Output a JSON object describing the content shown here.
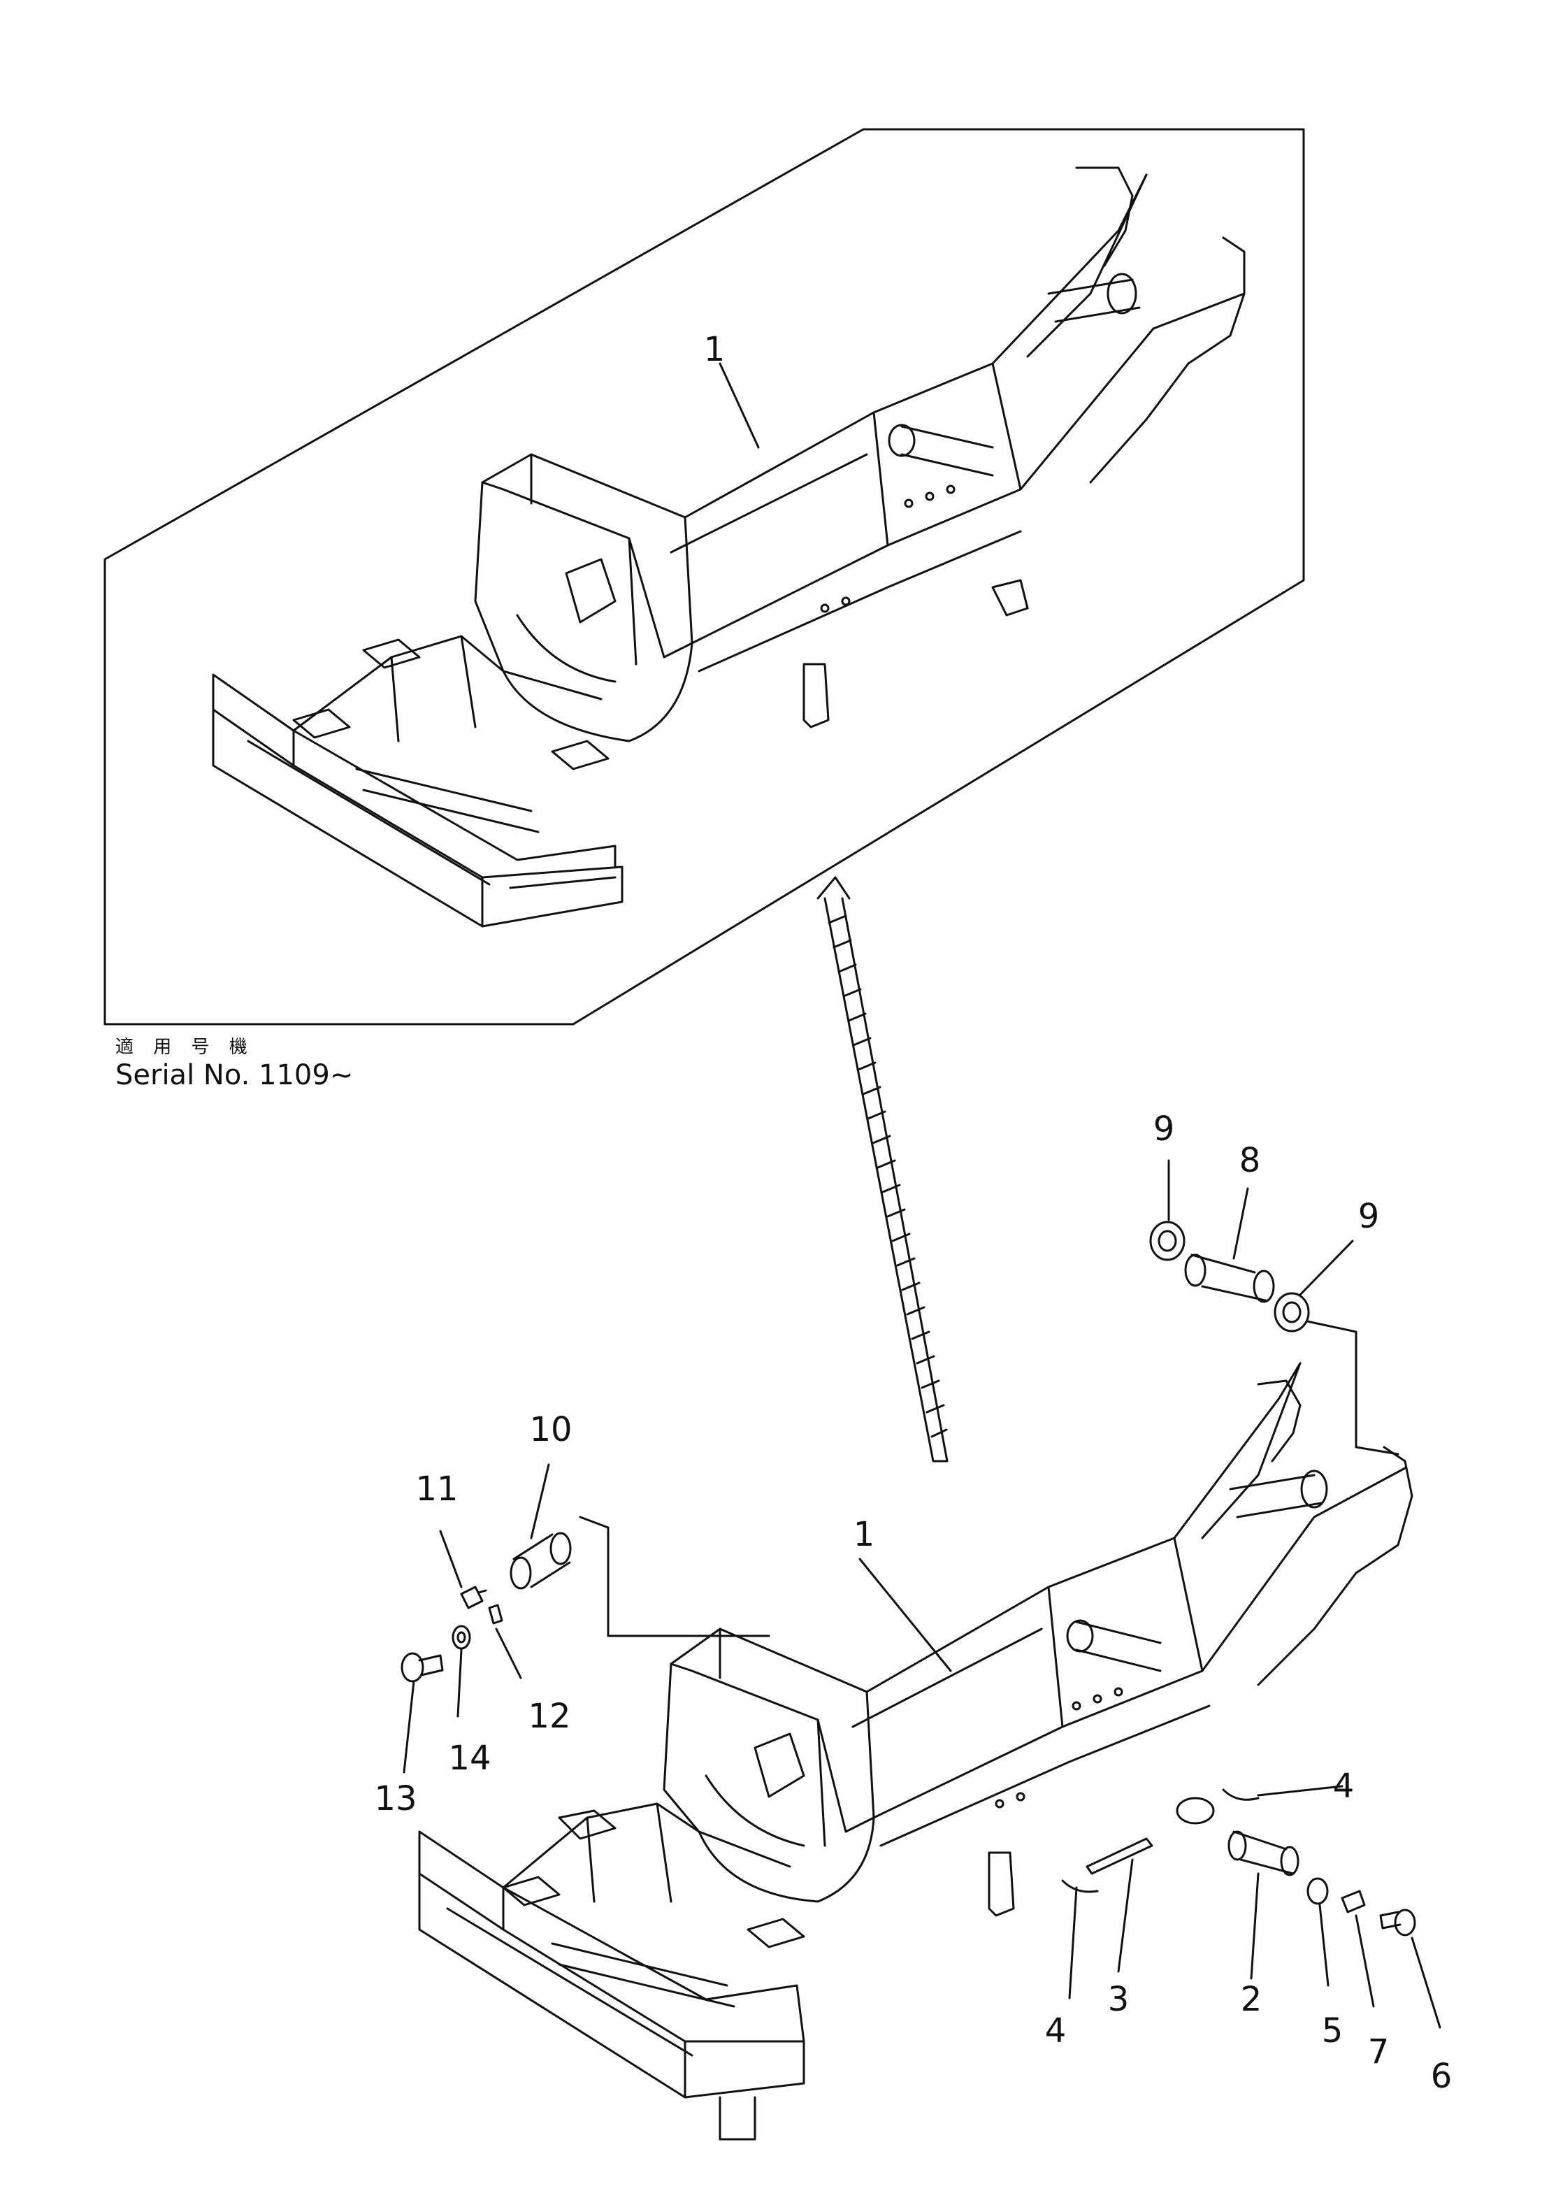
{
  "serial": {
    "jp": "適 用 号 機",
    "en": "Serial No. 1109~"
  },
  "callouts": {
    "upper_1": "1",
    "lower_1": "1",
    "p2": "2",
    "p3": "3",
    "p4a": "4",
    "p4b": "4",
    "p5": "5",
    "p6": "6",
    "p7": "7",
    "p8": "8",
    "p9a": "9",
    "p9b": "9",
    "p10": "10",
    "p11": "11",
    "p12": "12",
    "p13": "13",
    "p14": "14"
  },
  "colors": {
    "ink": "#111111",
    "paper": "#ffffff"
  }
}
